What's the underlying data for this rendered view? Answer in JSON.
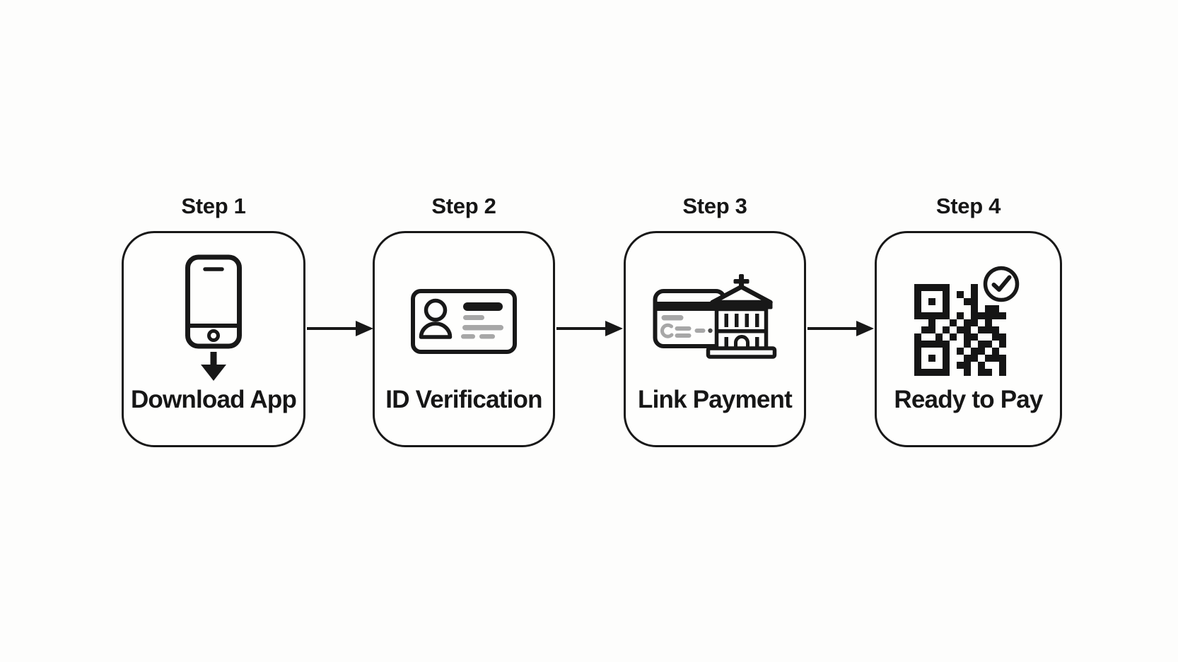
{
  "colors": {
    "ink": "#181818",
    "gray": "#a7a7a7",
    "background": "#fdfdfc"
  },
  "steps": [
    {
      "label": "Step 1",
      "caption": "Download App",
      "icon": "smartphone-download-icon"
    },
    {
      "label": "Step 2",
      "caption": "ID Verification",
      "icon": "id-card-icon"
    },
    {
      "label": "Step 3",
      "caption": "Link Payment",
      "icon": "credit-card-bank-icon"
    },
    {
      "label": "Step 4",
      "caption": "Ready to Pay",
      "icon": "qr-code-check-icon"
    }
  ],
  "connectors": [
    {
      "type": "arrow-right"
    },
    {
      "type": "arrow-right"
    },
    {
      "type": "arrow-right"
    }
  ],
  "qr_matrix": [
    "1111100010000",
    "1000101010000",
    "1010100110000",
    "1000100010110",
    "1111101011111",
    "0010010110100",
    "0110101101110",
    "1001010110011",
    "1111100101101",
    "1000101011010",
    "1010100110111",
    "1000101101001",
    "1111100101101"
  ]
}
